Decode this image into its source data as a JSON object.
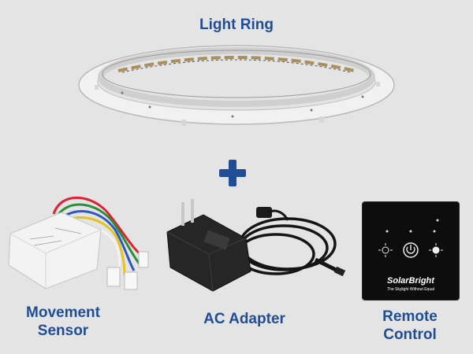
{
  "products": {
    "light_ring": {
      "label": "Light Ring"
    },
    "movement_sensor": {
      "label_line1": "Movement",
      "label_line2": "Sensor"
    },
    "ac_adapter": {
      "label": "AC Adapter"
    },
    "remote_control": {
      "label_line1": "Remote",
      "label_line2": "Control",
      "brand": "SolarBright",
      "tagline": "The Skylight Without Equal"
    }
  },
  "plus_icon": "plus-icon",
  "colors": {
    "label_blue": "#1f4e96",
    "background": "#e4e4e4",
    "remote_panel": "#0d0d0d"
  }
}
